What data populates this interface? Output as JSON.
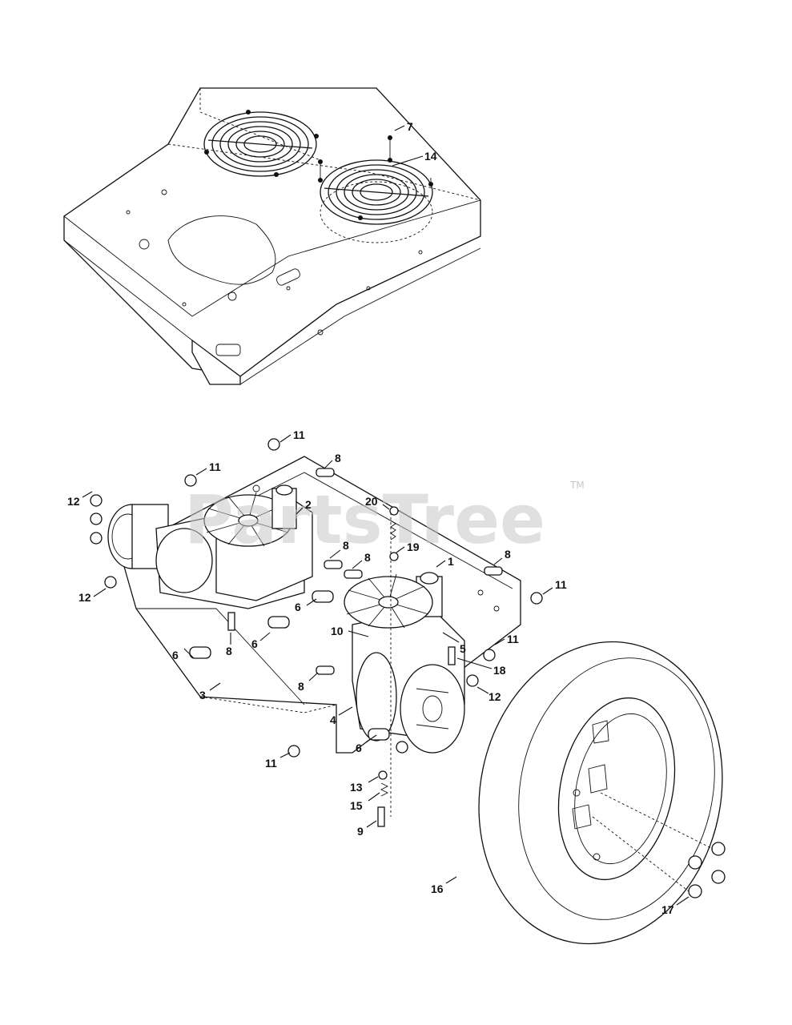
{
  "watermark": {
    "text": "PartsTree",
    "tm": "TM"
  },
  "callouts": [
    {
      "id": "c7",
      "label": "7"
    },
    {
      "id": "c14",
      "label": "14"
    },
    {
      "id": "c11a",
      "label": "11"
    },
    {
      "id": "c8a",
      "label": "8"
    },
    {
      "id": "c11b",
      "label": "11"
    },
    {
      "id": "c12a",
      "label": "12"
    },
    {
      "id": "c2",
      "label": "2"
    },
    {
      "id": "c20",
      "label": "20"
    },
    {
      "id": "c19",
      "label": "19"
    },
    {
      "id": "c1",
      "label": "1"
    },
    {
      "id": "c8b",
      "label": "8"
    },
    {
      "id": "c11c",
      "label": "11"
    },
    {
      "id": "c8c",
      "label": "8"
    },
    {
      "id": "c8d",
      "label": "8"
    },
    {
      "id": "c12b",
      "label": "12"
    },
    {
      "id": "c6a",
      "label": "6"
    },
    {
      "id": "c8e",
      "label": "8"
    },
    {
      "id": "c6b",
      "label": "6"
    },
    {
      "id": "c6c",
      "label": "6"
    },
    {
      "id": "c10",
      "label": "10"
    },
    {
      "id": "c5",
      "label": "5"
    },
    {
      "id": "c11d",
      "label": "11"
    },
    {
      "id": "c18",
      "label": "18"
    },
    {
      "id": "c8f",
      "label": "8"
    },
    {
      "id": "c3",
      "label": "3"
    },
    {
      "id": "c12c",
      "label": "12"
    },
    {
      "id": "c4",
      "label": "4"
    },
    {
      "id": "c6d",
      "label": "6"
    },
    {
      "id": "c11e",
      "label": "11"
    },
    {
      "id": "c13",
      "label": "13"
    },
    {
      "id": "c15",
      "label": "15"
    },
    {
      "id": "c9",
      "label": "9"
    },
    {
      "id": "c16",
      "label": "16"
    },
    {
      "id": "c17",
      "label": "17"
    }
  ]
}
